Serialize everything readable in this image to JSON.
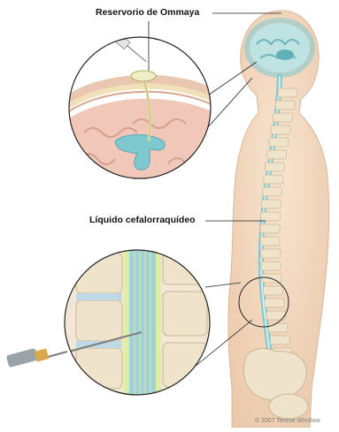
{
  "labels": {
    "reservoir": "Reservorio de Ommaya",
    "csf": "Líquido cefalorraquídeo"
  },
  "copyright": "© 2007 Terese Winslow",
  "colors": {
    "skin": "#f3d9c0",
    "skin_outline": "#d9b79a",
    "csf": "#7fc8cf",
    "brain": "#f0c7b8",
    "bone": "#efe3cc",
    "line": "#222222"
  }
}
